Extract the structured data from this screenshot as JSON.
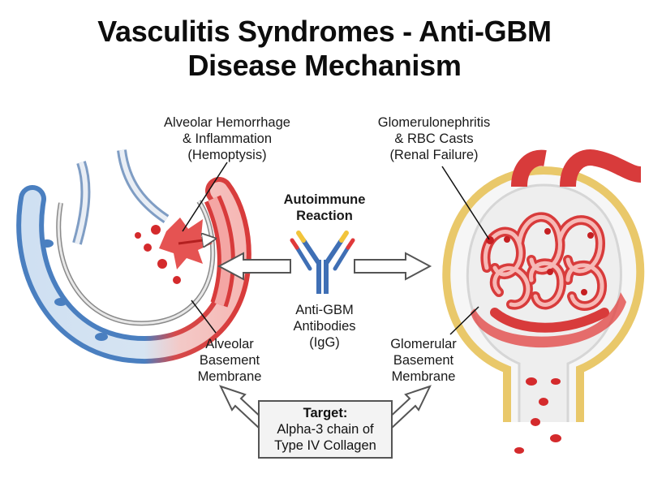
{
  "title": {
    "line1": "Vasculitis Syndromes - Anti-GBM",
    "line2": "Disease Mechanism"
  },
  "labels": {
    "alveolar_hemorrhage": [
      "Alveolar Hemorrhage",
      "& Inflammation",
      "(Hemoptysis)"
    ],
    "glomerulonephritis": [
      "Glomerulonephritis",
      "& RBC Casts",
      "(Renal Failure)"
    ],
    "autoimmune": [
      "Autoimmune",
      "Reaction"
    ],
    "antibody": [
      "Anti-GBM",
      "Antibodies",
      "(IgG)"
    ],
    "alveolar_membrane": [
      "Alveolar",
      "Basement",
      "Membrane"
    ],
    "glomerular_membrane": [
      "Glomerular",
      "Basement",
      "Membrane"
    ],
    "target_heading": "Target:",
    "target_lines": [
      "Alpha-3 chain of",
      "Type IV Collagen"
    ]
  },
  "colors": {
    "vessel_blue": "#4a7fc0",
    "vessel_blue_light": "#cfe0f2",
    "inflamed_red": "#e0393a",
    "inflamed_light": "#f7c6c4",
    "rbc_red": "#d42a2c",
    "capsule_yellow": "#f3d77a",
    "antibody_blue": "#3f6fb5",
    "antibody_yellow": "#f2c43a"
  }
}
